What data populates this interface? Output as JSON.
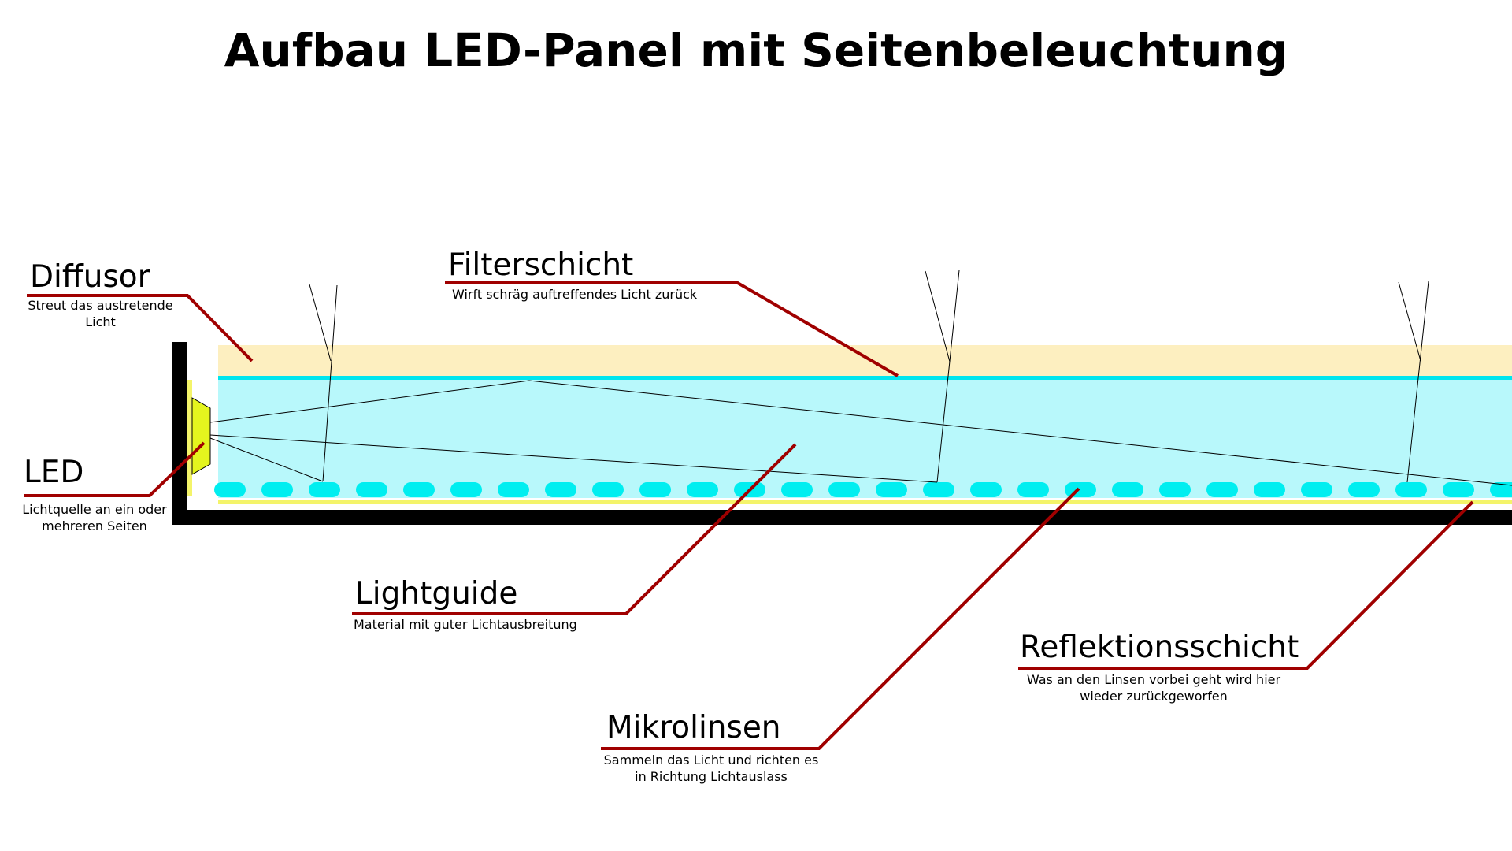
{
  "title": "Aufbau LED-Panel mit Seitenbeleuchtung",
  "colors": {
    "diffuser": "#fdefc0",
    "lightguide": "#b8f8fb",
    "filter_line": "#00e5ee",
    "microlens": "#00eef0",
    "reflector": "#f4f46a",
    "led": "#e4f51e",
    "frame": "#000000",
    "leader": "#a00000"
  },
  "labels": {
    "diffusor": {
      "name": "Diffusor",
      "desc": [
        "Streut das austretende",
        "Licht"
      ]
    },
    "filter": {
      "name": "Filterschicht",
      "desc": [
        "Wirft schräg auftreffendes Licht zurück"
      ]
    },
    "led": {
      "name": "LED",
      "desc": [
        "Lichtquelle an ein oder",
        "mehreren Seiten"
      ]
    },
    "lightguide": {
      "name": "Lightguide",
      "desc": [
        "Material mit guter Lichtausbreitung"
      ]
    },
    "reflection": {
      "name": "Reflektionsschicht",
      "desc": [
        "Was an den Linsen vorbei geht wird hier",
        "wieder zurückgeworfen"
      ]
    },
    "microlenses": {
      "name": "Mikrolinsen",
      "desc": [
        "Sammeln das Licht und richten es",
        "in Richtung Lichtauslass"
      ]
    }
  }
}
